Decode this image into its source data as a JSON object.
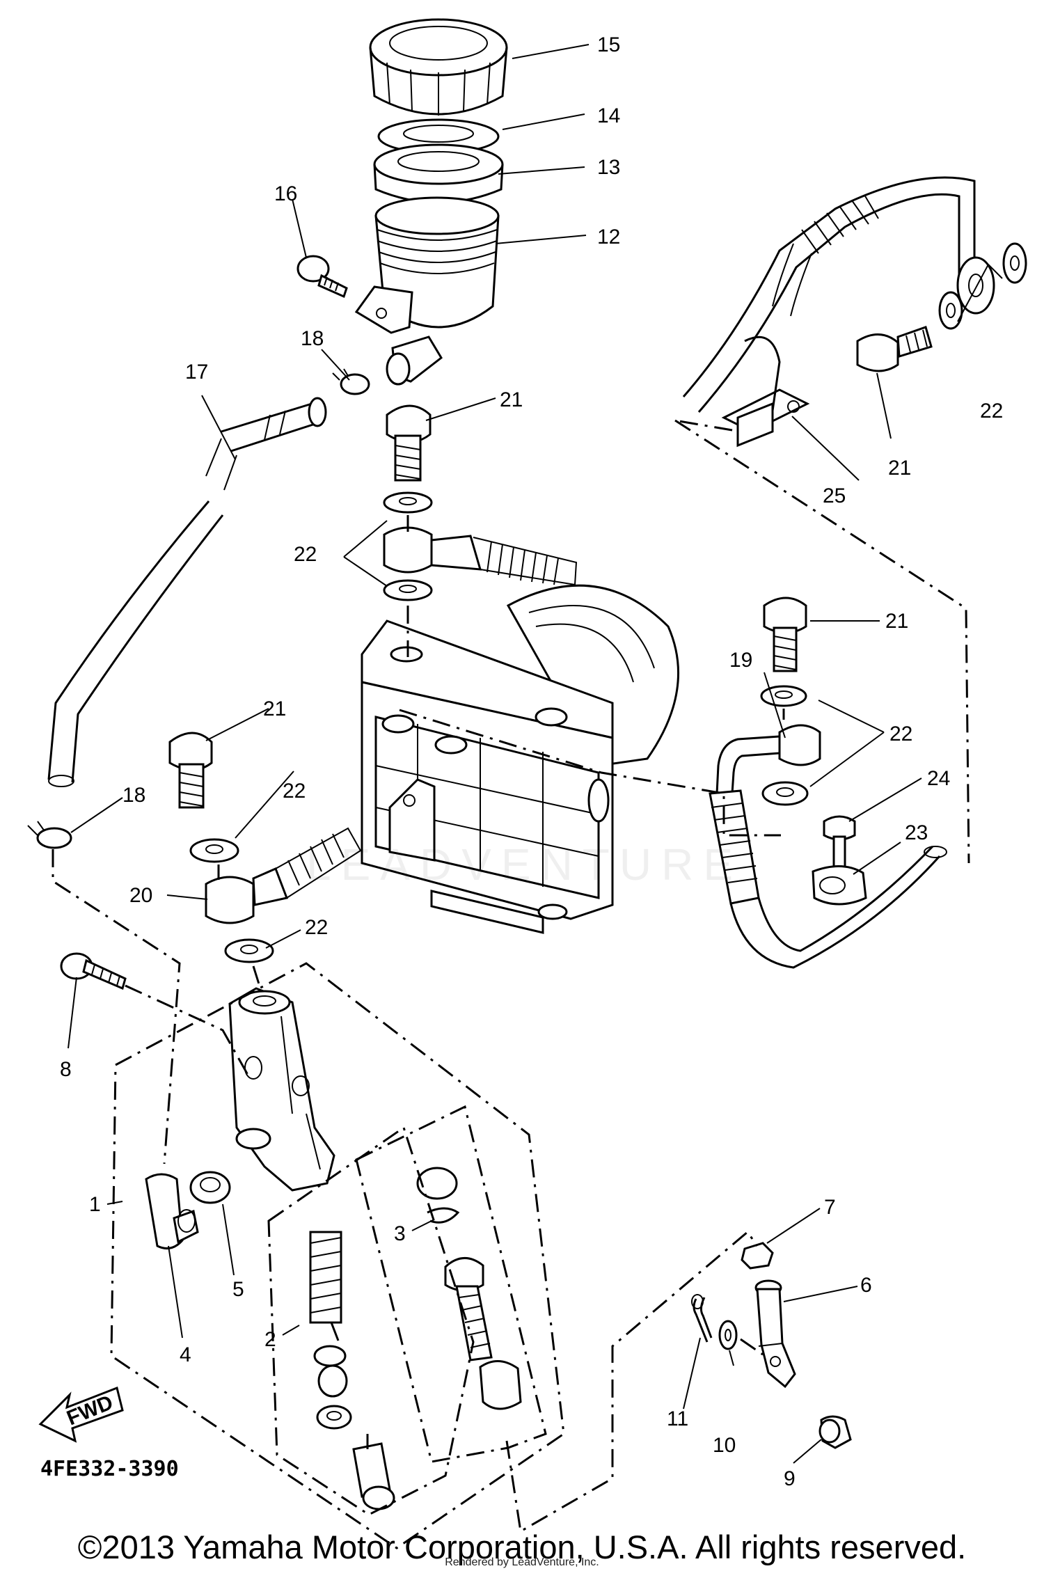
{
  "diagram": {
    "part_code": "4FE332-3390",
    "fwd_label": "FWD",
    "callouts": {
      "c1": "1",
      "c2": "2",
      "c3": "3",
      "c4": "4",
      "c5": "5",
      "c6": "6",
      "c7": "7",
      "c8": "8",
      "c9": "9",
      "c10": "10",
      "c11": "11",
      "c12": "12",
      "c13": "13",
      "c14": "14",
      "c15": "15",
      "c16": "16",
      "c17": "17",
      "c18a": "18",
      "c18b": "18",
      "c19": "19",
      "c20": "20",
      "c21a": "21",
      "c21b": "21",
      "c21c": "21",
      "c21d": "21",
      "c22a": "22",
      "c22b": "22",
      "c22c": "22",
      "c22d": "22",
      "c22e": "22",
      "c23": "23",
      "c24": "24",
      "c25": "25"
    },
    "watermark": "LEADVENTURE"
  },
  "footer": {
    "copyright": "©2013 Yamaha Motor Corporation, U.S.A. All rights reserved.",
    "rendered_by": "Rendered by LeadVenture, Inc."
  }
}
